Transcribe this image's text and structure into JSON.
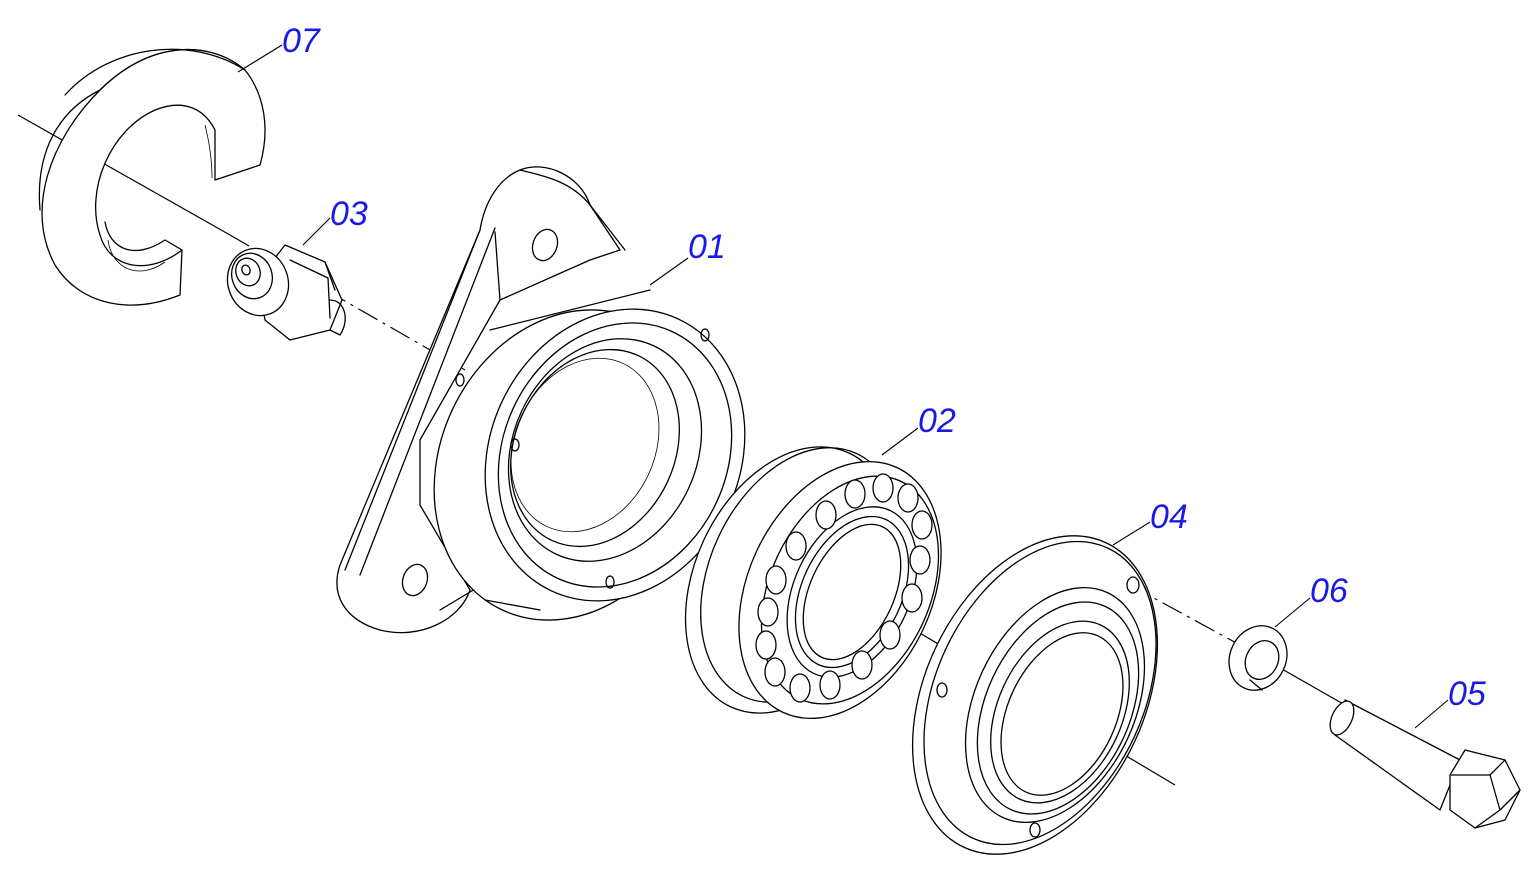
{
  "diagram": {
    "type": "exploded-assembly-drawing",
    "label_color": "#1a1ae6",
    "line_color": "#000000",
    "background": "#ffffff",
    "parts": [
      {
        "id": "p01",
        "label": "01"
      },
      {
        "id": "p02",
        "label": "02"
      },
      {
        "id": "p03",
        "label": "03"
      },
      {
        "id": "p04",
        "label": "04"
      },
      {
        "id": "p05",
        "label": "05"
      },
      {
        "id": "p06",
        "label": "06"
      },
      {
        "id": "p07",
        "label": "07"
      }
    ]
  }
}
